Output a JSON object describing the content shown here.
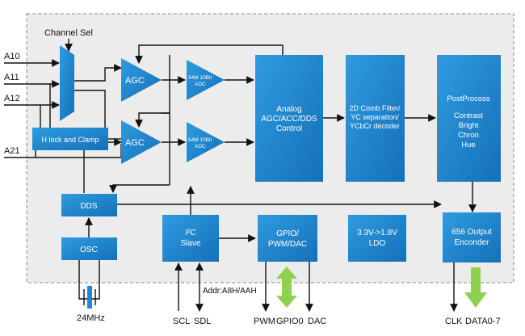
{
  "labels": {
    "channel_sel": "Channel Sel",
    "inputs": [
      "A10",
      "A11",
      "A12",
      "A21"
    ],
    "agc": "AGC",
    "adc_line1": "54M 10Bit",
    "adc_line2": "ADC",
    "hlock": "H lock and Clamp",
    "analog_ctrl": [
      "Analog",
      "AGC/ACC/DDS",
      "Control"
    ],
    "comb_filter": [
      "2D Comb Filter/",
      "YC separation/",
      "YCbCr decoder"
    ],
    "postprocess": [
      "PostProcoss",
      "Contrast",
      "Bright",
      "Chron",
      "Hue"
    ],
    "dds": "DDS",
    "osc": "OSC",
    "i2c_line1": "I²C",
    "i2c_line2": "Slave",
    "gpio": [
      "GPIO/",
      "PWM/DAC"
    ],
    "ldo": [
      "3.3V->1.8V",
      "LDO"
    ],
    "output_enc": [
      "656 Output",
      "Enconder"
    ],
    "crystal": "24MHz",
    "scl": "SCL",
    "sdl": "SDL",
    "addr": "Addr:A8H/AAH",
    "pwm": "PWM",
    "gpio0": "GPIO0",
    "dac": "DAC",
    "clk": "CLK",
    "data": "DATA0-7"
  },
  "colors": {
    "block": "#1e88d4",
    "block_dark": "#1570b8",
    "region": "#ececec",
    "arrow_green": "#8fd14f"
  }
}
